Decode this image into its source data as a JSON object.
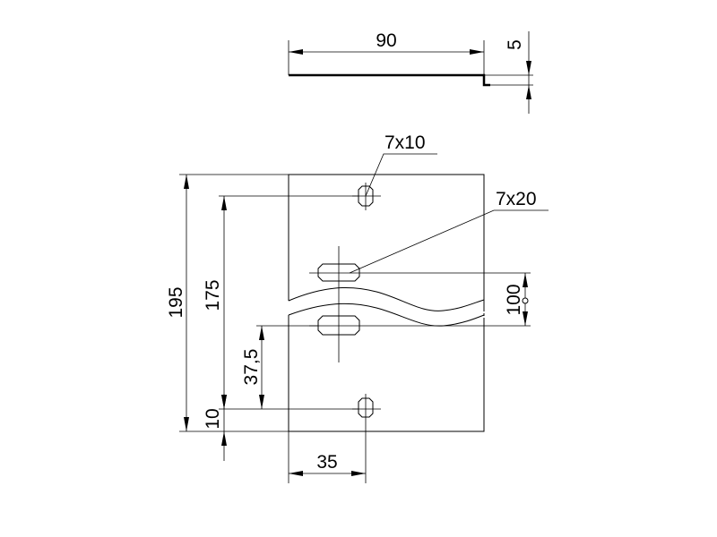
{
  "dimensions": {
    "top_width": "90",
    "thickness": "5",
    "total_height": "195",
    "hole_span": "175",
    "slot_offset": "37,5",
    "edge_offset": "10",
    "slot_spacing": "100",
    "hole_x_offset": "35"
  },
  "callouts": {
    "hole_size": "7x10",
    "slot_size": "7x20"
  }
}
